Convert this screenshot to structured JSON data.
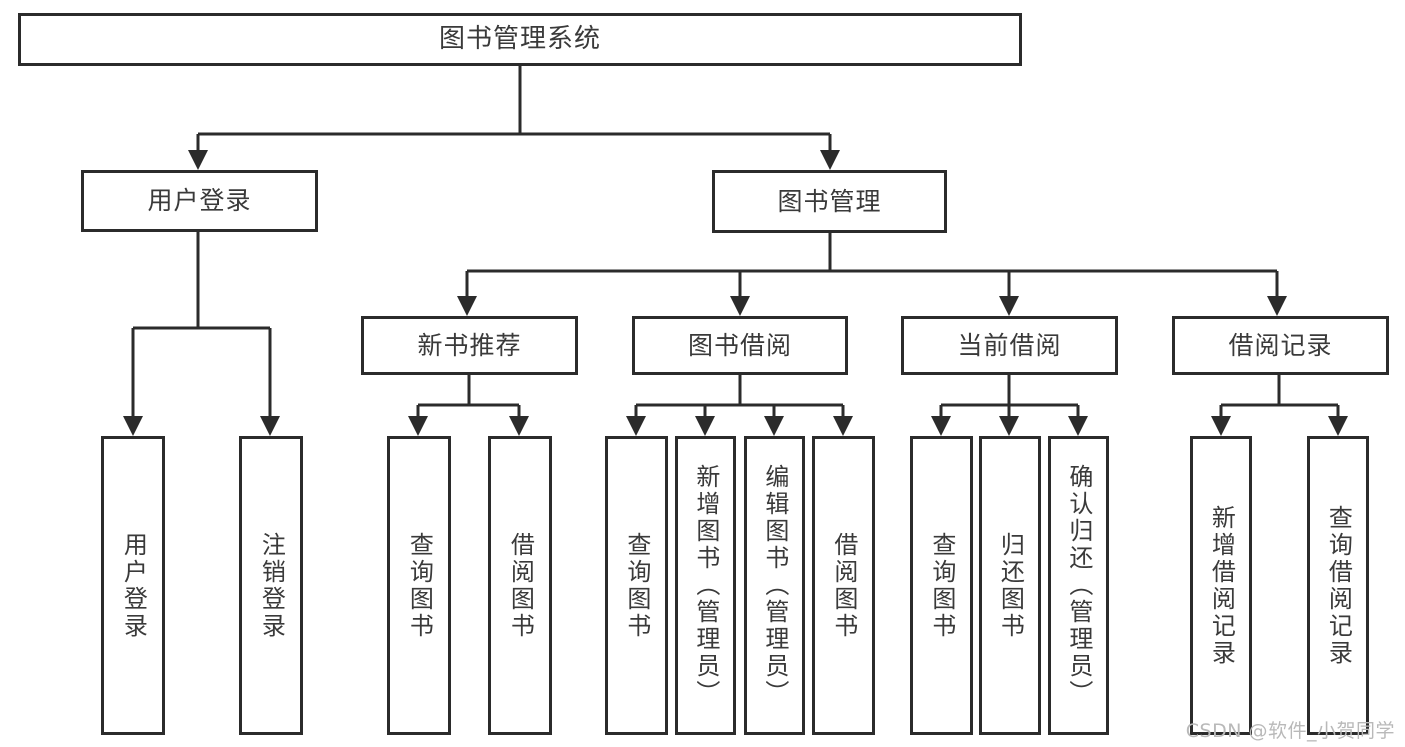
{
  "diagram": {
    "title": "图书管理系统",
    "type": "tree-hierarchy-chart",
    "colors": {
      "stroke": "#2b2b2b",
      "box_fill": "#ffffff",
      "text": "#3a3a3a",
      "watermark": "#b9b9b9",
      "background": "#ffffff"
    },
    "root": {
      "label": "图书管理系统"
    },
    "level2": [
      {
        "label": "用户登录"
      },
      {
        "label": "图书管理"
      }
    ],
    "level3": [
      {
        "label": "新书推荐"
      },
      {
        "label": "图书借阅"
      },
      {
        "label": "当前借阅"
      },
      {
        "label": "借阅记录"
      }
    ],
    "leaves": {
      "user_login": [
        {
          "label": "用户登录"
        },
        {
          "label": "注销登录"
        }
      ],
      "new_book_recommend": [
        {
          "label": "查询图书"
        },
        {
          "label": "借阅图书"
        }
      ],
      "book_borrow": [
        {
          "label": "查询图书"
        },
        {
          "label": "新增图书（管理员）"
        },
        {
          "label": "编辑图书（管理员）"
        },
        {
          "label": "借阅图书"
        }
      ],
      "current_borrow": [
        {
          "label": "查询图书"
        },
        {
          "label": "归还图书"
        },
        {
          "label": "确认归还（管理员）"
        }
      ],
      "borrow_record": [
        {
          "label": "新增借阅记录"
        },
        {
          "label": "查询借阅记录"
        }
      ]
    }
  },
  "watermark": {
    "text": "CSDN @软件_小贺同学"
  }
}
